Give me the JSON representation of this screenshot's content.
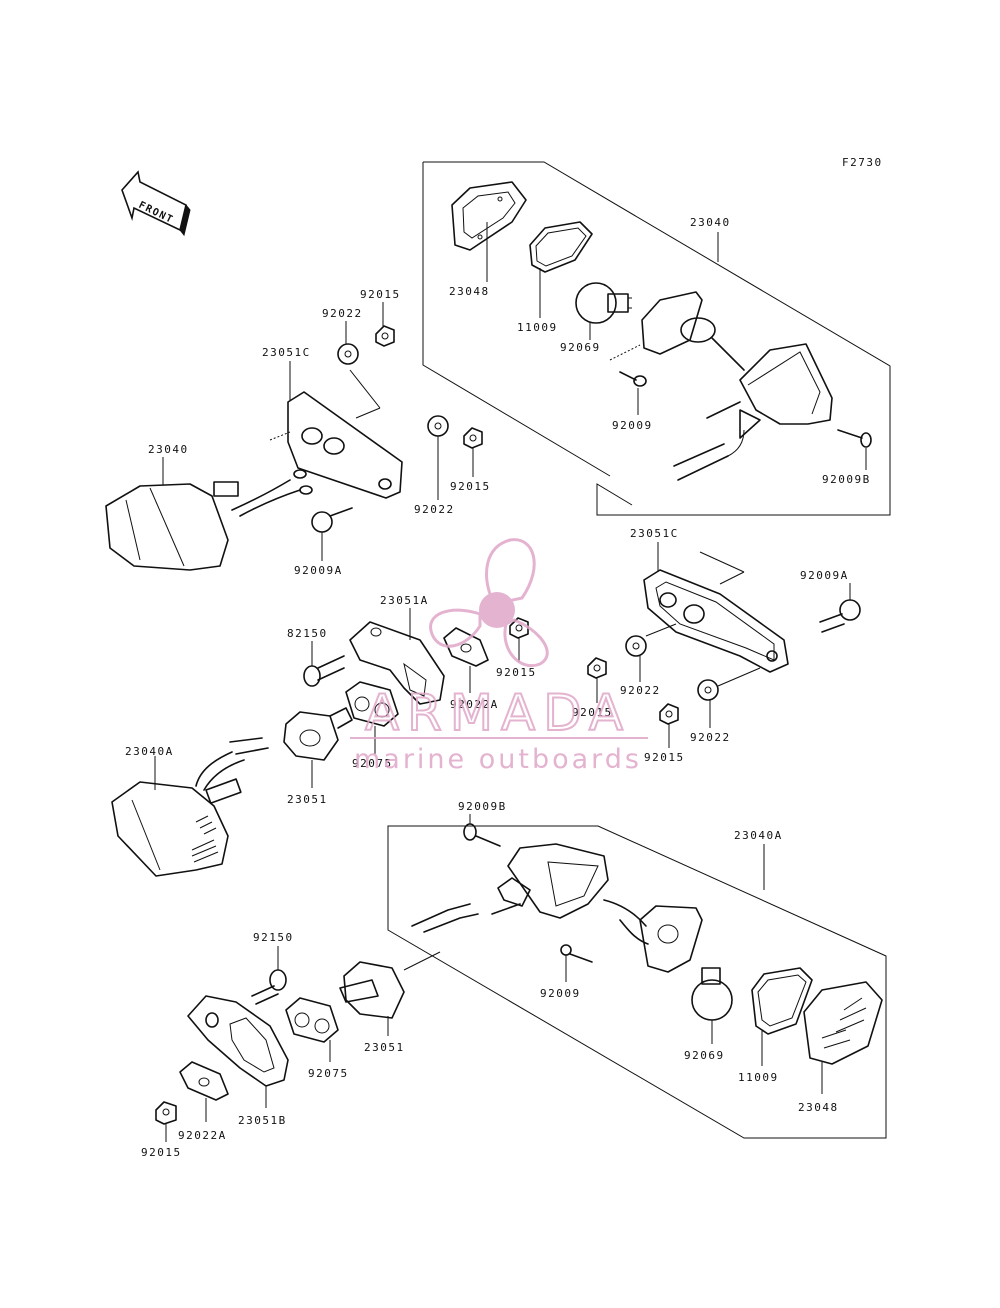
{
  "figure_code": "F2730",
  "front_indicator": "FRONT",
  "watermark": {
    "brand": "ARMADA",
    "tagline": "marine outboards",
    "color": "#e0a6c8"
  },
  "labels": {
    "top_23048": "23048",
    "top_11009": "11009",
    "top_92069": "92069",
    "top_92009": "92009",
    "top_92009b": "92009B",
    "top_23040": "23040",
    "l_23040": "23040",
    "l_23051c": "23051C",
    "l_92022_top": "92022",
    "l_92015_top": "92015",
    "l_92022_mid": "92022",
    "l_92015_mid": "92015",
    "l_92009a": "92009A",
    "c_82150": "82150",
    "c_23051a": "23051A",
    "c_92022a": "92022A",
    "c_92015": "92015",
    "c_92075": "92075",
    "c_23051": "23051",
    "c_23040a": "23040A",
    "r_23051c": "23051C",
    "r_92009a": "92009A",
    "r_92022_a": "92022",
    "r_92015_a": "92015",
    "r_92022_b": "92022",
    "r_92015_b": "92015",
    "b_92009b": "92009B",
    "b_23040a": "23040A",
    "b_92009": "92009",
    "b_92069": "92069",
    "b_11009": "11009",
    "b_23048": "23048",
    "b_92150": "92150",
    "b_92075": "92075",
    "b_23051": "23051",
    "b_23051b": "23051B",
    "b_92022a": "92022A",
    "b_92015": "92015"
  }
}
